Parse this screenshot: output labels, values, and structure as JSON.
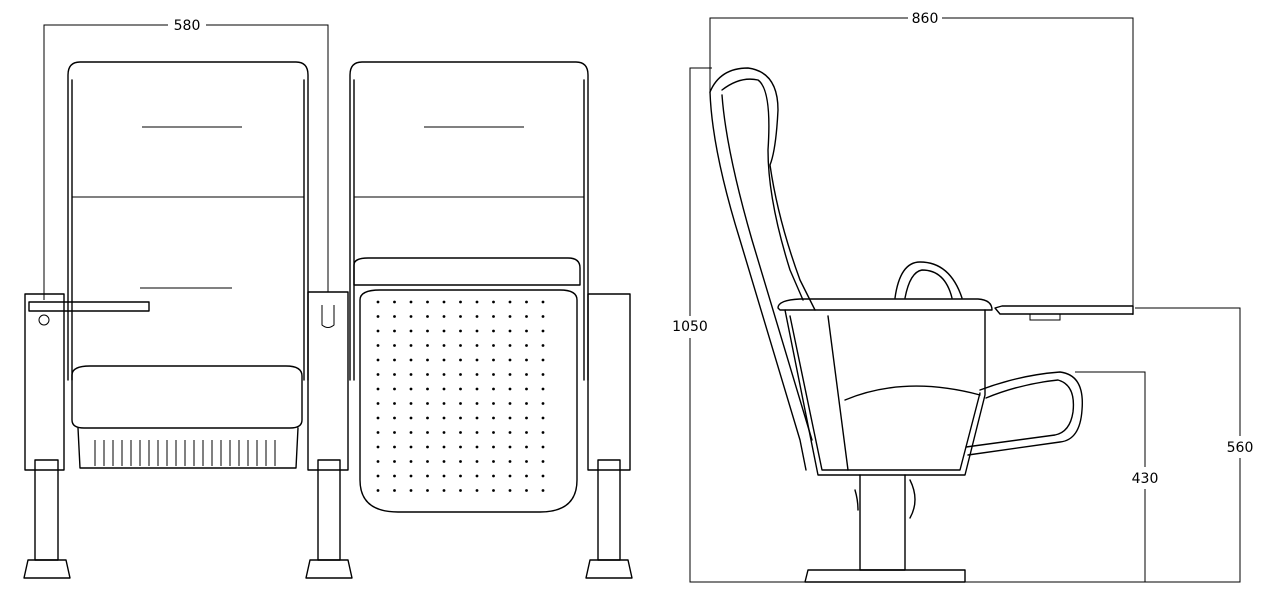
{
  "title": "Auditorium chair technical drawing",
  "dimensions": {
    "front_width": "580",
    "side_depth": "860",
    "total_height": "1050",
    "armrest_height": "560",
    "seat_height": "430"
  },
  "colors": {
    "line": "#000000",
    "background": "#ffffff"
  }
}
